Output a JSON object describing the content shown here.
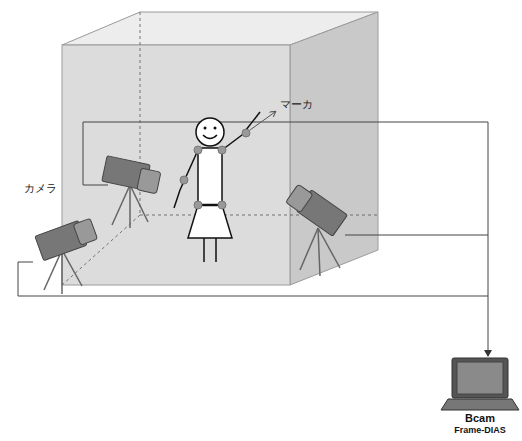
{
  "diagram": {
    "nodes": [
      {
        "text": [
          "Bcam",
          "Frame-DIAS"
        ]
      }
    ],
    "labels": [
      "マーカ",
      "カメラ"
    ]
  }
}
